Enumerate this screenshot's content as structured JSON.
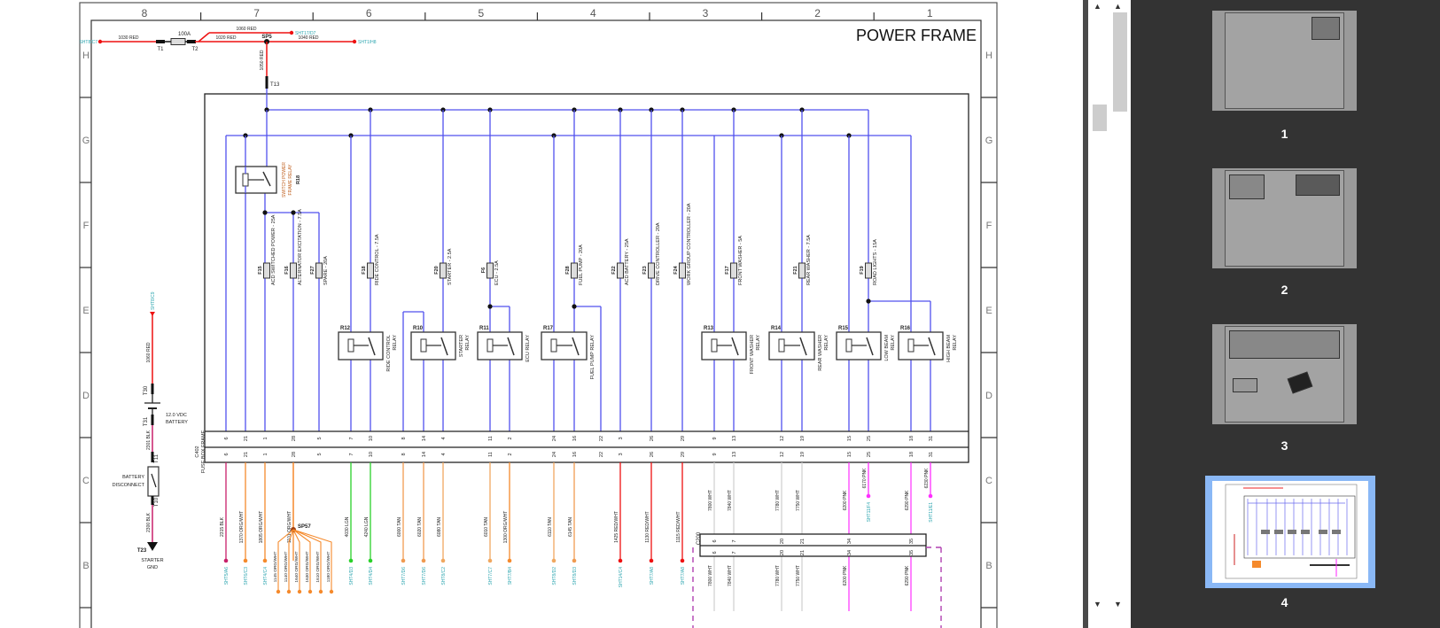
{
  "sheet": {
    "title": "POWER FRAME",
    "columns": [
      "8",
      "7",
      "6",
      "5",
      "4",
      "3",
      "2",
      "1"
    ],
    "rows": [
      "H",
      "G",
      "F",
      "E",
      "D",
      "C",
      "B"
    ]
  },
  "feed": {
    "left_ref": "SHT8/C7",
    "left_wire": "1030 RED",
    "t1": "T1",
    "fuse": "100A",
    "t2": "T2",
    "upper_wire": "1060 RED",
    "upper_ref": "SHT17/D7",
    "main_wire": "1020 RED",
    "splice": "SP5",
    "right_wire": "1040 RED",
    "right_ref": "SHT1/H8",
    "down_wire": "1050 RED",
    "t13": "T13"
  },
  "battery": {
    "top_ref": "SHT8/C9",
    "top_wire": "1060 RED",
    "t30": "T30",
    "label1": "12.0 VDC",
    "label2": "BATTERY",
    "t31": "T31",
    "mid_wire": "2301 BLK",
    "t11": "T11",
    "disc1": "BATTERY",
    "disc2": "DISCONNECT",
    "t10": "T10",
    "low_wire": "2300 BLK",
    "t23": "T23",
    "gnd1": "STARTER",
    "gnd2": "GND"
  },
  "switch_relay": {
    "id": "R18",
    "label": [
      "SWITCH POWER",
      "FRAME RELAY"
    ]
  },
  "fuses": [
    {
      "id": "F15",
      "label": "ACD SWITCHED POWER - 25A"
    },
    {
      "id": "F16",
      "label": "ALTERNATOR EXCITATION - 7.5A"
    },
    {
      "id": "F27",
      "label": "SPARE - 20A"
    },
    {
      "id": "F18",
      "label": "RIDE CONTROL - 7.5A"
    },
    {
      "id": "F20",
      "label": "STARTER - 2.5A"
    },
    {
      "id": "F6",
      "label": "ECU - 2.5A"
    },
    {
      "id": "F28",
      "label": "FUEL PUMP - 20A"
    },
    {
      "id": "F22",
      "label": "ACD BATTERY - 25A"
    },
    {
      "id": "F23",
      "label": "DRIVE CONTROLLER - 20A"
    },
    {
      "id": "F24",
      "label": "WORK GROUP CONTROLLER - 20A"
    },
    {
      "id": "F17",
      "label": "FRONT WASHER - 5A"
    },
    {
      "id": "F21",
      "label": "REAR WASHER - 7.5A"
    },
    {
      "id": "F19",
      "label": "ROAD LIGHTS - 15A"
    }
  ],
  "relays": [
    {
      "id": "R12",
      "label": [
        "RIDE CONTROL",
        "RELAY"
      ]
    },
    {
      "id": "R10",
      "label": [
        "STARTER",
        "RELAY"
      ]
    },
    {
      "id": "R11",
      "label": [
        "ECU RELAY"
      ]
    },
    {
      "id": "R17",
      "label": [
        "FUEL PUMP RELAY"
      ]
    },
    {
      "id": "R13",
      "label": [
        "FRONT WASHER",
        "RELAY"
      ]
    },
    {
      "id": "R14",
      "label": [
        "REAR WASHER",
        "RELAY"
      ]
    },
    {
      "id": "R15",
      "label": [
        "LOW BEAM",
        "RELAY"
      ]
    },
    {
      "id": "R16",
      "label": [
        "HIGH BEAM",
        "RELAY"
      ]
    }
  ],
  "connector": {
    "id": "C402",
    "name": "FUSE BOX FRAME"
  },
  "circuits": [
    {
      "pin": "6",
      "wire": "2315 BLK",
      "color": "#c8206a",
      "dest": "SHT5/A6"
    },
    {
      "pin": "21",
      "wire": "1370 ORG/WHT",
      "color": "#f58a2c",
      "dest": "SHT6/C3"
    },
    {
      "pin": "1",
      "wire": "1805 ORG/WHT",
      "color": "#f58a2c",
      "dest": "SHT4/C4"
    },
    {
      "pin": "28",
      "wire": "1101 ORG/WHT",
      "color": "#f58a2c",
      "dest": ""
    },
    {
      "pin": "5",
      "wire": "",
      "color": "",
      "dest": ""
    },
    {
      "pin": "7",
      "wire": "4030 LGN",
      "color": "#2ad12a",
      "dest": "SHT4/D3"
    },
    {
      "pin": "10",
      "wire": "4240 LGN",
      "color": "#2ad12a",
      "dest": "SHT4/D4"
    },
    {
      "pin": "8",
      "wire": "6000 TAN",
      "color": "#f09a50",
      "dest": "SHT7/D6"
    },
    {
      "pin": "14",
      "wire": "6020 TAN",
      "color": "#f09a50",
      "dest": "SHT7/D6"
    },
    {
      "pin": "4",
      "wire": "6080 TAN",
      "color": "#f0a860",
      "dest": "SHT8/C2"
    },
    {
      "pin": "11",
      "wire": "6010 TAN",
      "color": "#f0a860",
      "dest": "SHT7/C7"
    },
    {
      "pin": "2",
      "wire": "1300 ORG/WHT",
      "color": "#f58a2c",
      "dest": "SHT7/B4"
    },
    {
      "pin": "24",
      "wire": "6110 TAN",
      "color": "#f0a860",
      "dest": "SHT8/D2"
    },
    {
      "pin": "16",
      "wire": "6145 TAN",
      "color": "#f09a50",
      "dest": "SHT8/D3"
    },
    {
      "pin": "22",
      "wire": "",
      "color": "",
      "dest": ""
    },
    {
      "pin": "3",
      "wire": "1425 RED/WHT",
      "color": "#ee1111",
      "dest": "SHT14/C4"
    },
    {
      "pin": "26",
      "wire": "1130 RED/WHT",
      "color": "#ee1111",
      "dest": "SHT7/A8"
    },
    {
      "pin": "29",
      "wire": "1115 RED/WHT",
      "color": "#ee1111",
      "dest": "SHT7/A8"
    },
    {
      "pin": "9",
      "wire": "7800 WHT",
      "color": "#cfcfcf",
      "dest": "",
      "c200": "6",
      "wire2": "7800 WHT"
    },
    {
      "pin": "13",
      "wire": "7840 WHT",
      "color": "#cfcfcf",
      "dest": "",
      "c200": "7",
      "wire2": "7840 WHT"
    },
    {
      "pin": "12",
      "wire": "7780 WHT",
      "color": "#cfcfcf",
      "dest": "",
      "c200": "20",
      "wire2": "7780 WHT"
    },
    {
      "pin": "19",
      "wire": "7750 WHT",
      "color": "#cfcfcf",
      "dest": "",
      "c200": "21",
      "wire2": "7750 WHT"
    },
    {
      "pin": "15",
      "wire": "6200 PNK",
      "color": "#ff2eff",
      "dest": "",
      "c200": "34",
      "wire2": "6200 PNK"
    },
    {
      "pin": "25",
      "wire": "6170 PNK",
      "color": "#ff2eff",
      "dest": "SHT11/F4"
    },
    {
      "pin": "18",
      "wire": "6290 PNK",
      "color": "#ff2eff",
      "dest": "",
      "c200": "35",
      "wire2": "6290 PNK"
    },
    {
      "pin": "31",
      "wire": "6230 PNK",
      "color": "#ff2eff",
      "dest": "SHT11/E1"
    }
  ],
  "splice": {
    "id": "SP57",
    "branches": [
      "1145 ORG/WHT",
      "1140 ORG/WHT",
      "1640 ORG/WHT",
      "1630 ORG/WHT",
      "1610 ORG/WHT",
      "1180 ORG/WHT"
    ]
  },
  "c200": {
    "id": "C200"
  },
  "colors": {
    "bus": "#5050ee",
    "feed": "#ee1111",
    "ref": "#2ea6b0"
  },
  "viewer": {
    "thumbnails": [
      {
        "page": "1"
      },
      {
        "page": "2"
      },
      {
        "page": "3"
      },
      {
        "page": "4",
        "selected": true
      }
    ],
    "scroll_up": "▲",
    "scroll_down": "▼"
  }
}
